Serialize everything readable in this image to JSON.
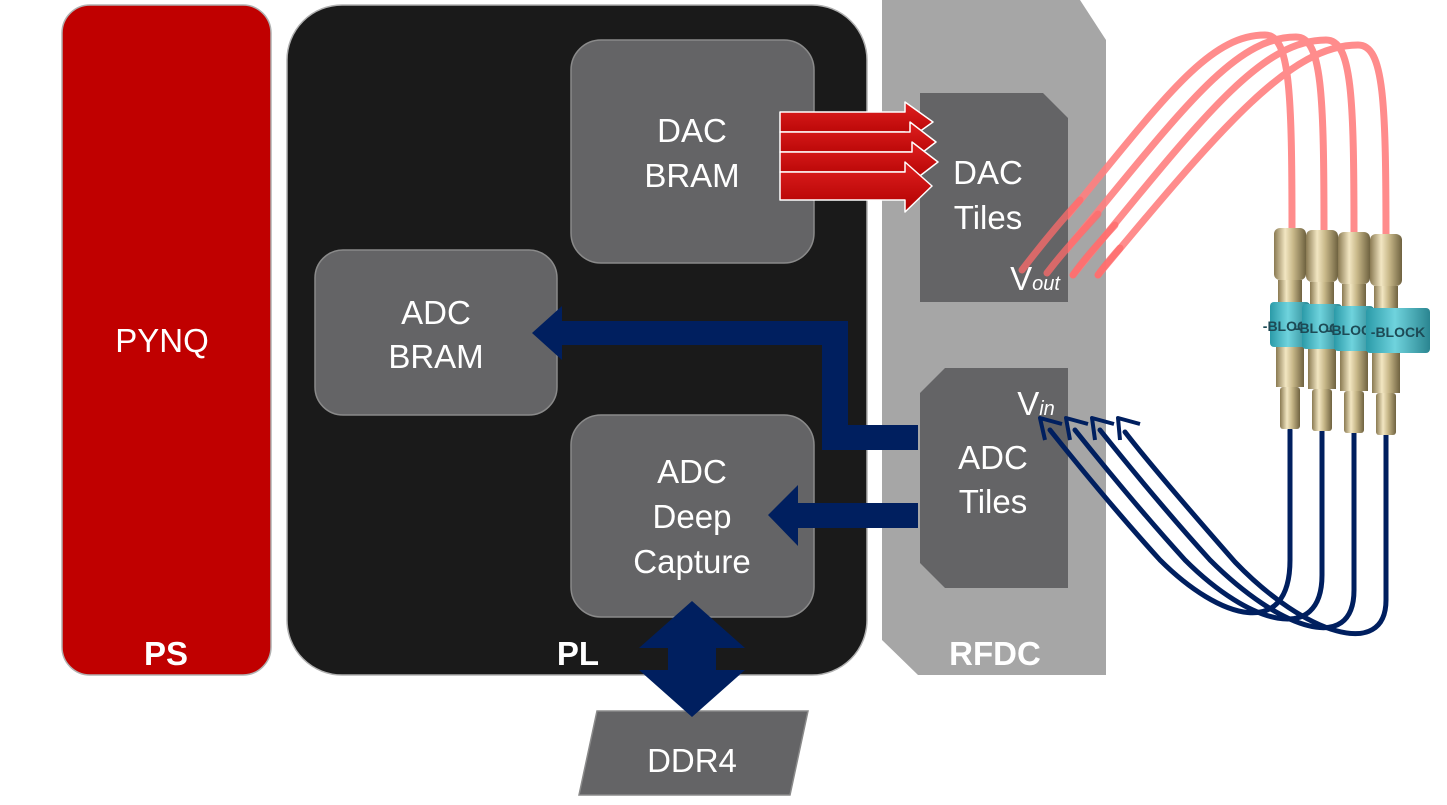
{
  "blocks": {
    "ps": {
      "label": "PYNQ",
      "region_label": "PS"
    },
    "pl": {
      "region_label": "PL"
    },
    "rfdc": {
      "region_label": "RFDC"
    },
    "dac_bram": {
      "line1": "DAC",
      "line2": "BRAM"
    },
    "adc_bram": {
      "line1": "ADC",
      "line2": "BRAM"
    },
    "adc_deep_capture": {
      "line1": "ADC",
      "line2": "Deep",
      "line3": "Capture"
    },
    "dac_tiles": {
      "line1": "DAC",
      "line2": "Tiles",
      "port": "V",
      "port_sub": "out"
    },
    "adc_tiles": {
      "line1": "ADC",
      "line2": "Tiles",
      "port": "V",
      "port_sub": "in"
    },
    "ddr4": {
      "label": "DDR4"
    }
  },
  "cable_connector_text": "-BLOCK",
  "colors": {
    "ps_red": "#c00000",
    "pl_black": "#1a1a1a",
    "rfdc_gray": "#a6a6a6",
    "block_gray": "#646466",
    "dac_arrow_red": "#c00000",
    "adc_arrow_navy": "#001f5f",
    "cable_pink": "#ff8080"
  }
}
